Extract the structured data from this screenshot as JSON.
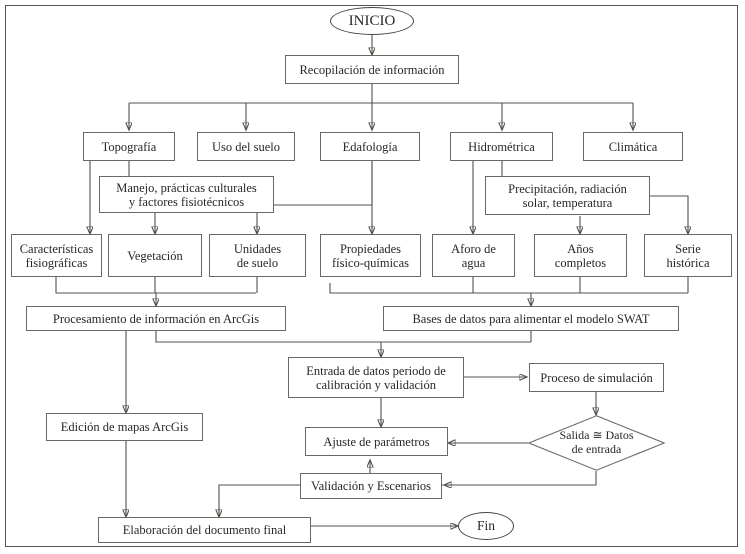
{
  "diagram": {
    "title": "Diagrama de flujo metodologico SWAT",
    "colors": {
      "stroke": "#57524d",
      "node_border": "#6d6762",
      "text": "#2b2724",
      "background": "#ffffff"
    },
    "terminators": [
      {
        "id": "inicio",
        "label": "INICIO"
      },
      {
        "id": "fin",
        "label": "Fin"
      }
    ],
    "nodes": [
      {
        "id": "recopilacion",
        "label": "Recopilación de información"
      },
      {
        "id": "topografia",
        "label": "Topografía"
      },
      {
        "id": "uso_suelo",
        "label": "Uso del suelo"
      },
      {
        "id": "edafologia",
        "label": "Edafología"
      },
      {
        "id": "hidrometrica",
        "label": "Hidrométrica"
      },
      {
        "id": "climatica",
        "label": "Climática"
      },
      {
        "id": "manejo",
        "label": "Manejo, prácticas culturales\ny factores fisiotécnicos"
      },
      {
        "id": "precipitacion",
        "label": "Precipitación, radiación\nsolar, temperatura"
      },
      {
        "id": "caracteristicas",
        "label": "Características\nfisiográficas"
      },
      {
        "id": "vegetacion",
        "label": "Vegetación"
      },
      {
        "id": "unidades",
        "label": "Unidades\nde suelo"
      },
      {
        "id": "propiedades",
        "label": "Propiedades\nfísico-químicas"
      },
      {
        "id": "aforo",
        "label": "Aforo de\nagua"
      },
      {
        "id": "anios",
        "label": "Años\ncompletos"
      },
      {
        "id": "serie",
        "label": "Serie\nhistórica"
      },
      {
        "id": "procesamiento",
        "label": "Procesamiento de información en ArcGis"
      },
      {
        "id": "bases",
        "label": "Bases de datos para alimentar el modelo SWAT"
      },
      {
        "id": "entrada",
        "label": "Entrada de datos periodo de\ncalibración y validación"
      },
      {
        "id": "proceso_sim",
        "label": "Proceso de simulación"
      },
      {
        "id": "edicion",
        "label": "Edición de mapas ArcGis"
      },
      {
        "id": "ajuste",
        "label": "Ajuste de parámetros"
      },
      {
        "id": "validacion",
        "label": "Validación y Escenarios"
      },
      {
        "id": "elaboracion",
        "label": "Elaboración del documento final"
      }
    ],
    "decisions": [
      {
        "id": "salida",
        "label": "Salida ≅ Datos\nde entrada"
      }
    ]
  }
}
